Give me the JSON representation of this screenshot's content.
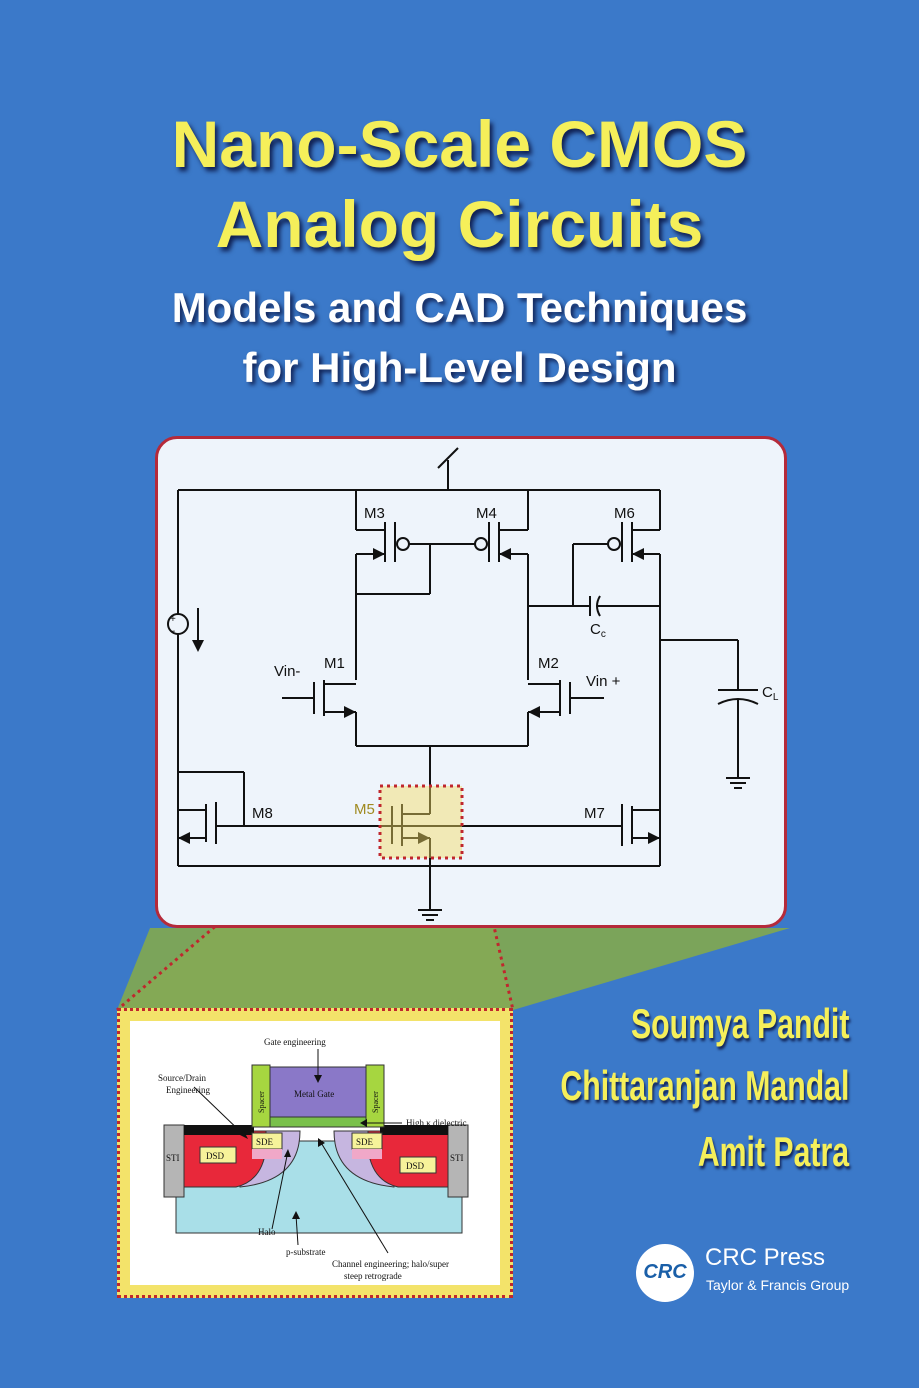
{
  "cover": {
    "title_line1": "Nano-Scale CMOS",
    "title_line2": "Analog Circuits",
    "subtitle_line1": "Models and CAD Techniques",
    "subtitle_line2": "for High-Level Design"
  },
  "authors": [
    "Soumya Pandit",
    "Chittaranjan Mandal",
    "Amit Patra"
  ],
  "publisher": {
    "logo_text": "CRC",
    "name": "CRC Press",
    "group": "Taylor & Francis Group"
  },
  "circuit": {
    "labels": {
      "m1": "M1",
      "m2": "M2",
      "m3": "M3",
      "m4": "M4",
      "m5": "M5",
      "m6": "M6",
      "m7": "M7",
      "m8": "M8",
      "vin_minus": "Vin-",
      "vin_plus": "Vin +",
      "cc_main": "C",
      "cc_sub": "c",
      "cl_main": "C",
      "cl_sub": "L"
    }
  },
  "device": {
    "labels": {
      "gate_engineering": "Gate engineering",
      "metal_gate": "Metal Gate",
      "source_drain_1": "Source/Drain",
      "source_drain_2": "Engineering",
      "high_k": "High κ dielectric",
      "spacer_left": "Spacer",
      "spacer_right": "Spacer",
      "sti_left": "STI",
      "sti_right": "STI",
      "sde_left": "SDE",
      "sde_right": "SDE",
      "dsd_left": "DSD",
      "dsd_right": "DSD",
      "halo": "Halo",
      "p_substrate": "p-substrate",
      "channel_1": "Channel engineering; halo/super",
      "channel_2": "steep retrograde"
    }
  },
  "colors": {
    "background": "#3b79c9",
    "title": "#f5ef5a",
    "panel_border": "#b52a3a",
    "highlight": "#f3e36a"
  }
}
